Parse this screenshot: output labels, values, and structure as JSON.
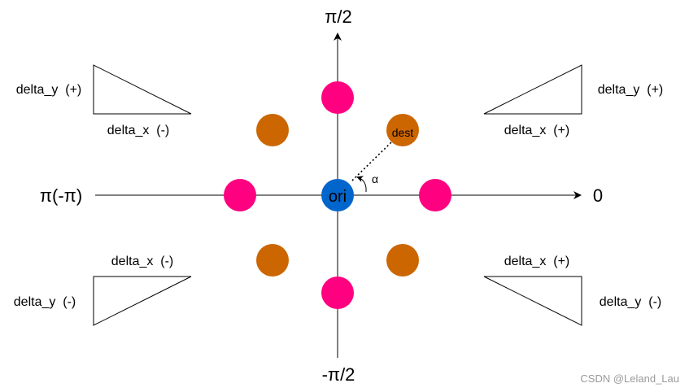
{
  "axes": {
    "top": "π/2",
    "bottom": "-π/2",
    "left": "π(-π)",
    "right": "0"
  },
  "nodes": {
    "origin": "ori",
    "destination": "dest",
    "angle": "α"
  },
  "quadrants": {
    "top_left": {
      "dy": "delta_y  (+)",
      "dx": "delta_x  (-)"
    },
    "top_right": {
      "dy": "delta_y  (+)",
      "dx": "delta_x  (+)"
    },
    "bottom_left": {
      "dx": "delta_x  (-)",
      "dy": "delta_y  (-)"
    },
    "bottom_right": {
      "dx": "delta_x  (+)",
      "dy": "delta_y  (-)"
    }
  },
  "colors": {
    "pink": "#ff0080",
    "orange": "#cc6600",
    "blue": "#0066cc",
    "line": "#000000"
  },
  "watermark": "CSDN @Leland_Lau"
}
